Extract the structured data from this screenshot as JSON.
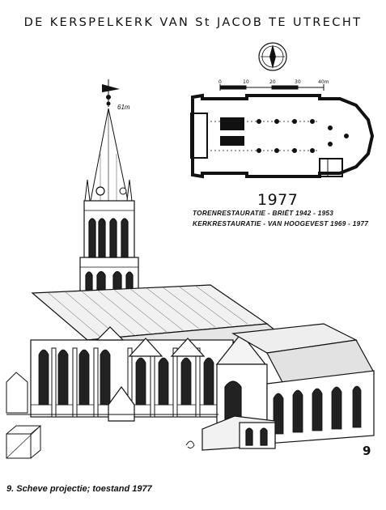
{
  "title": "DE KERSPELKERK VAN St JACOB TE UTRECHT",
  "plan": {
    "scale_labels": [
      "0",
      "10",
      "20",
      "30",
      "40m"
    ],
    "year": "1977",
    "credits": [
      "TORENRESTAURATIE - BRIËT 1942 - 1953",
      "KERKRESTAURATIE - VAN HOOGEVEST 1969 - 1977"
    ]
  },
  "tower": {
    "height_label": "61m"
  },
  "plate_number": "9",
  "caption": "9.  Scheve projectie; toestand 1977",
  "icons": {
    "compass": "compass-rose-icon",
    "projection_cube": "projection-cube-icon",
    "weathervane": "weathervane-icon"
  },
  "colors": {
    "ink": "#111111",
    "paper": "#ffffff"
  }
}
